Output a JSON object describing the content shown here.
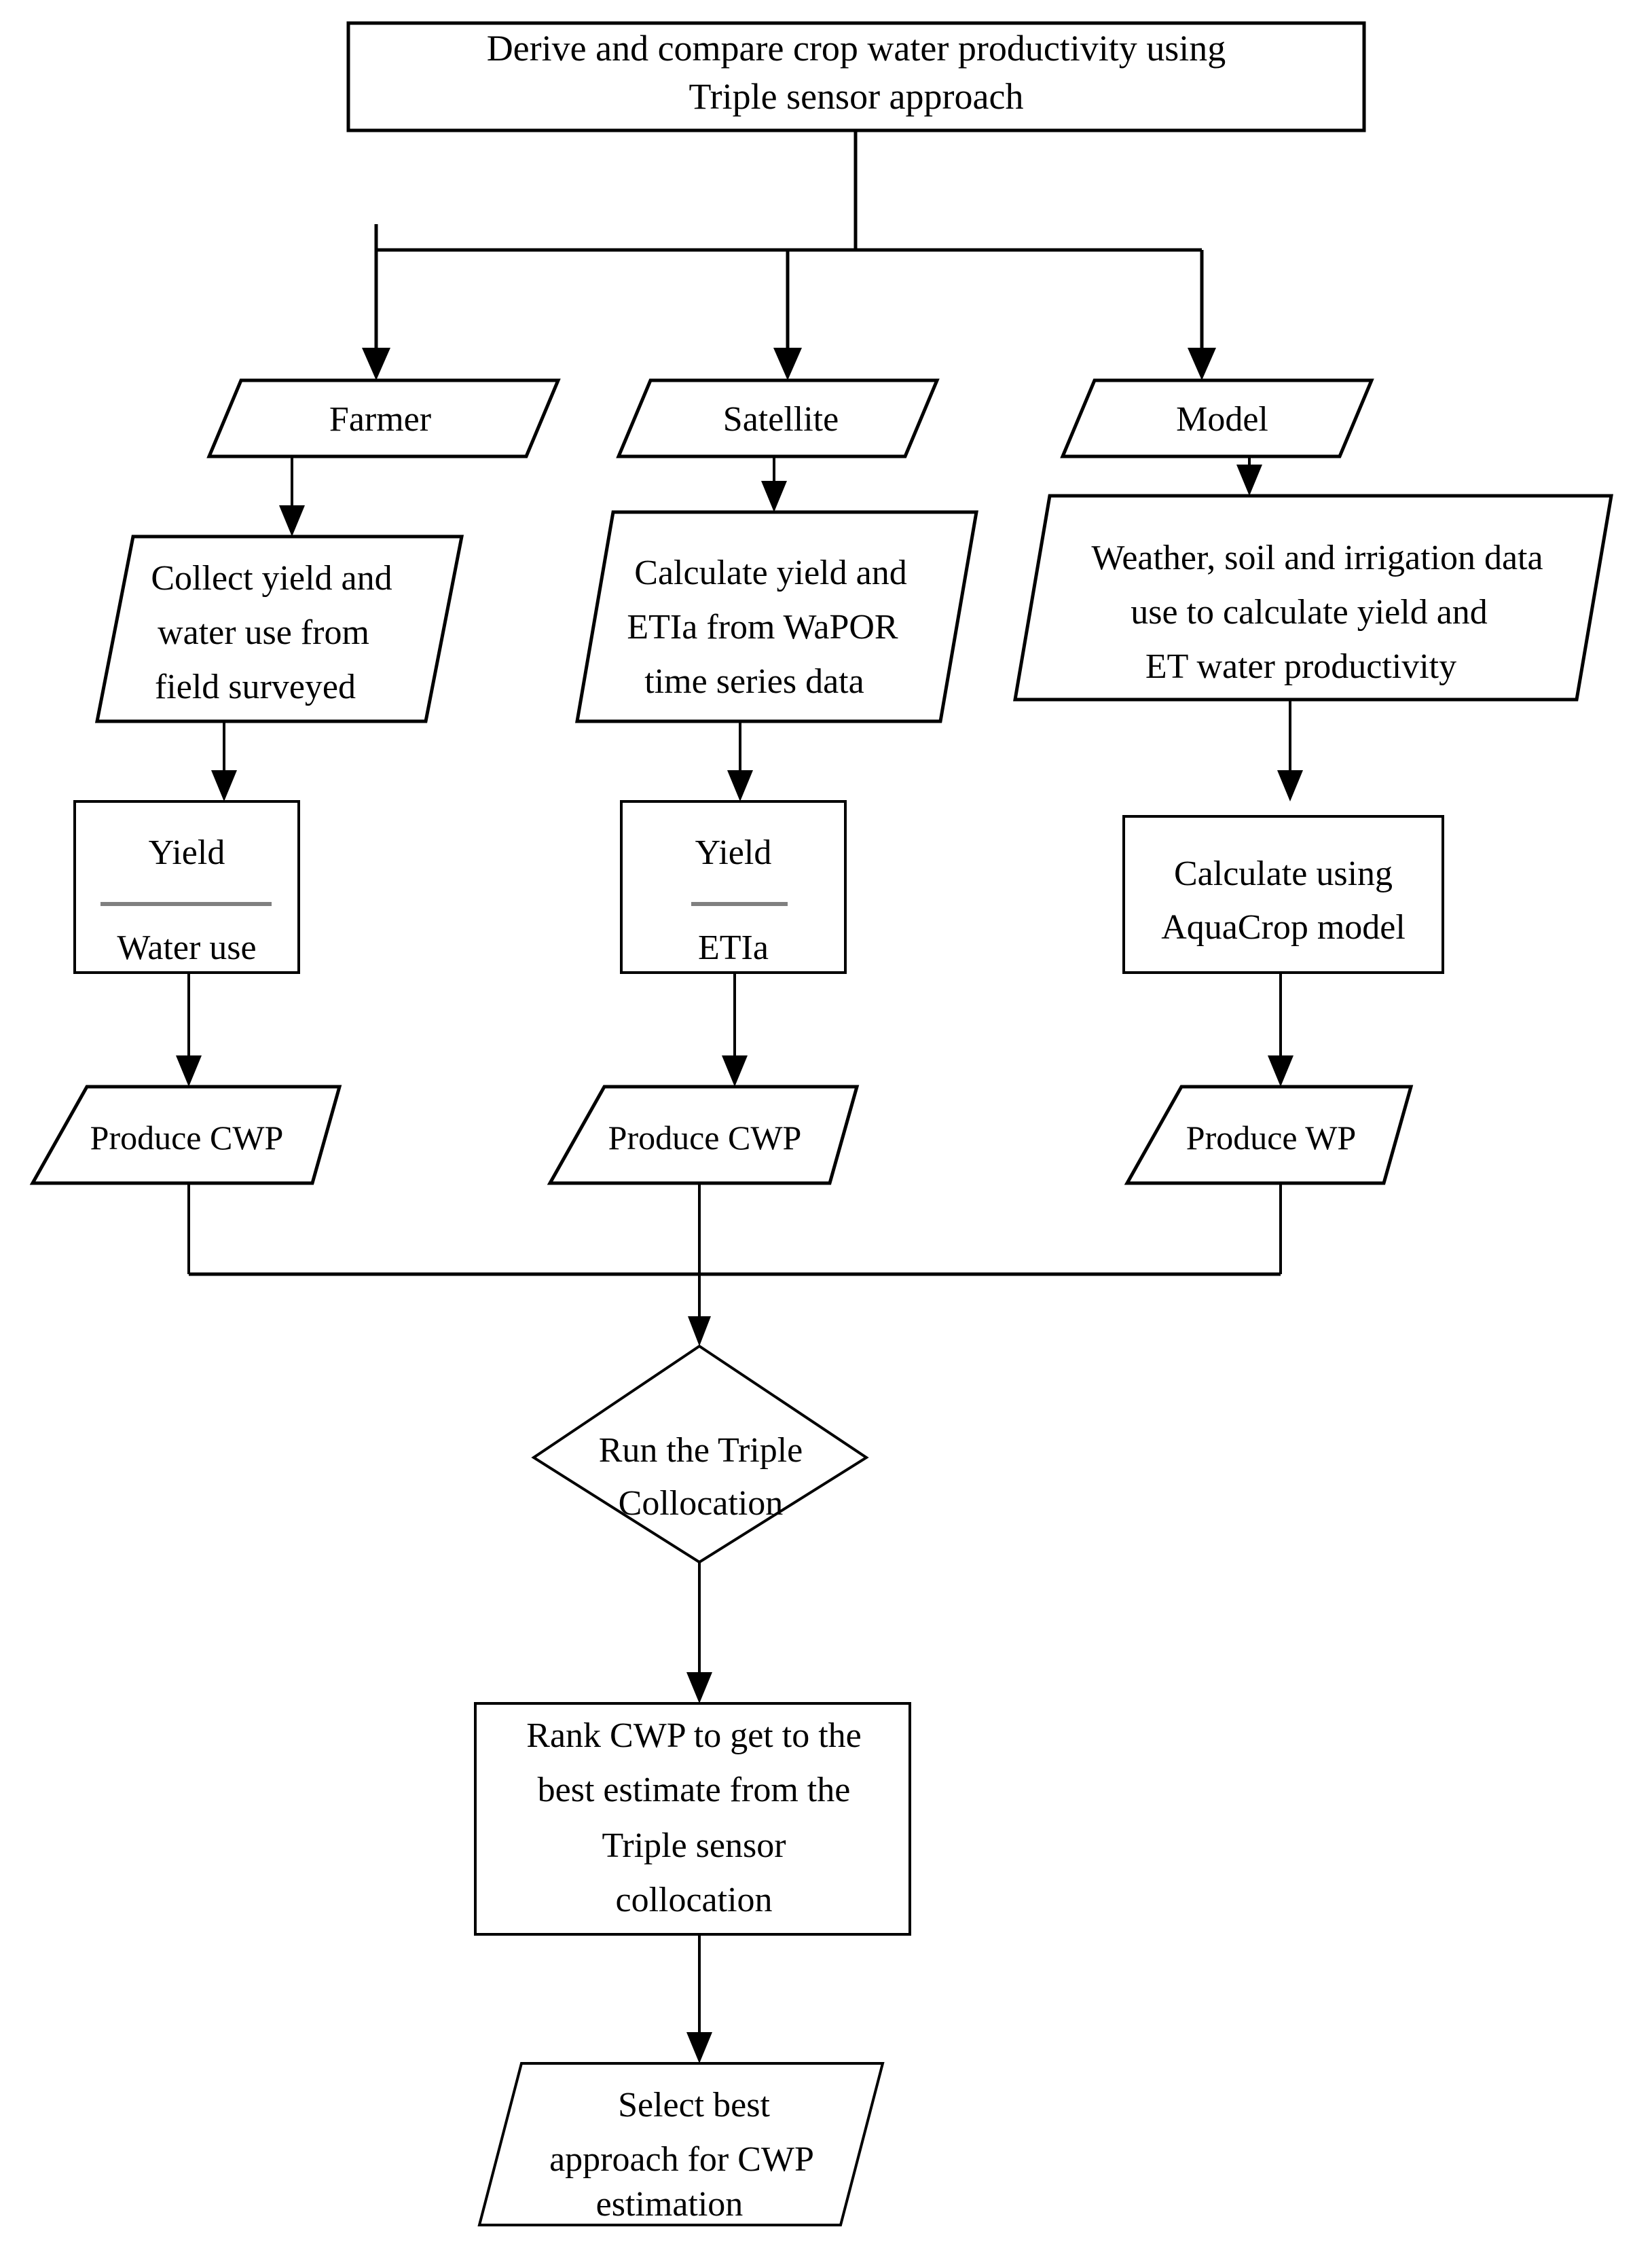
{
  "diagram": {
    "type": "flowchart",
    "orientation": "top-to-bottom",
    "background_color": "#ffffff",
    "line_color": "#000000",
    "fraction_rule_color": "#808080"
  },
  "nodes": {
    "title": {
      "shape": "rectangle",
      "line1": "Derive and compare crop water productivity using",
      "line2": "Triple sensor approach"
    },
    "source_farmer": {
      "shape": "parallelogram",
      "label": "Farmer"
    },
    "source_satellite": {
      "shape": "parallelogram",
      "label": "Satellite"
    },
    "source_model": {
      "shape": "parallelogram",
      "label": "Model"
    },
    "process_farmer": {
      "shape": "parallelogram",
      "line1": "Collect yield and",
      "line2": "water use from",
      "line3": "field surveyed"
    },
    "process_satellite": {
      "shape": "parallelogram",
      "line1": "Calculate yield and",
      "line2": "ETIa from WaPOR",
      "line3": "time series data"
    },
    "process_model": {
      "shape": "parallelogram",
      "line1": "Weather, soil and irrigation data",
      "line2": "use to calculate yield and",
      "line3": "ET water productivity"
    },
    "fraction_farmer": {
      "shape": "rectangle",
      "numerator": "Yield",
      "denominator": "Water use"
    },
    "fraction_satellite": {
      "shape": "rectangle",
      "numerator": "Yield",
      "denominator": "ETIa"
    },
    "aquacrop": {
      "shape": "rectangle",
      "line1": "Calculate using",
      "line2": "AquaCrop model"
    },
    "produce_farmer": {
      "shape": "parallelogram",
      "label": "Produce CWP"
    },
    "produce_satellite": {
      "shape": "parallelogram",
      "label": "Produce CWP"
    },
    "produce_model": {
      "shape": "parallelogram",
      "label": "Produce WP"
    },
    "decision": {
      "shape": "diamond",
      "line1": "Run the Triple",
      "line2": "Collocation"
    },
    "rank": {
      "shape": "rectangle",
      "line1": "Rank CWP to get to the",
      "line2": "best estimate from the",
      "line3": "Triple sensor",
      "line4": "collocation"
    },
    "final": {
      "shape": "parallelogram",
      "line1": "Select best",
      "line2": "approach for CWP",
      "line3": "estimation"
    }
  }
}
